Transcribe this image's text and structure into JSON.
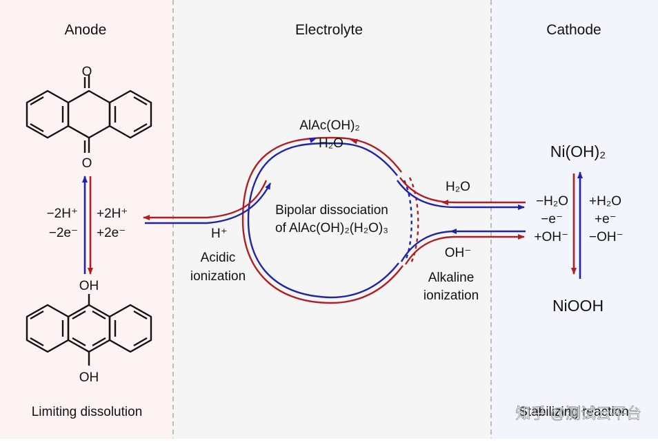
{
  "headers": {
    "anode": "Anode",
    "electrolyte": "Electrolyte",
    "cathode": "Cathode"
  },
  "anode": {
    "top_atom": "O",
    "bottom_atom": "O",
    "left_rxn": [
      "−2H⁺",
      "−2e⁻"
    ],
    "right_rxn": [
      "+2H⁺",
      "+2e⁻"
    ],
    "oh_top": "OH",
    "oh_bottom": "OH",
    "footer": "Limiting dissolution"
  },
  "electrolyte": {
    "top_label": "AlAc(OH)₂",
    "water": "H₂O",
    "center": [
      "Bipolar dissociation",
      "of AlAc(OH)₂(H₂O)₃"
    ],
    "h_plus": "H⁺",
    "acidic": [
      "Acidic",
      "ionization"
    ],
    "water_right": "H₂O",
    "oh_minus": "OH⁻",
    "alkaline": [
      "Alkaline",
      "ionization"
    ]
  },
  "cathode": {
    "top": "Ni(OH)₂",
    "bottom": "NiOOH",
    "left_rxn": [
      "−H₂O",
      "−e⁻",
      "+OH⁻"
    ],
    "right_rxn": [
      "+H₂O",
      "+e⁻",
      "−OH⁻"
    ],
    "footer": "Stabilizing reaction"
  },
  "watermark": "知乎 @测试云平台",
  "colors": {
    "red": "#b01e24",
    "blue": "#1f23a8",
    "anode_bg": "#fdf3f3",
    "electrolyte_bg": "#f5f5f5",
    "cathode_bg": "#f2f5fb",
    "divider": "#9a9a9a"
  }
}
